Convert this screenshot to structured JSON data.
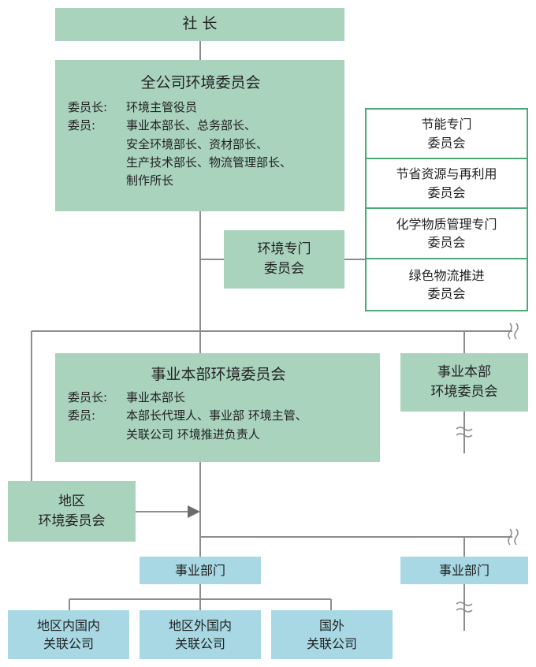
{
  "president": "社 长",
  "company_committee": {
    "title": "全公司环境委员会",
    "chair_label": "委员长:",
    "chair": "环境主管役员",
    "members_label": "委员:",
    "members": [
      "事业本部长、总务部长、",
      "安全环境部长、资材部长、",
      "生产技术部长、物流管理部长、",
      "制作所长"
    ]
  },
  "env_special": [
    "环境专门",
    "委员会"
  ],
  "special_committees": [
    [
      "节能专门",
      "委员会"
    ],
    [
      "节省资源与再利用",
      "委员会"
    ],
    [
      "化学物质管理专门",
      "委员会"
    ],
    [
      "绿色物流推进",
      "委员会"
    ]
  ],
  "division_committee": {
    "title": "事业本部环境委员会",
    "chair_label": "委员长:",
    "chair": "事业本部长",
    "members_label": "委员:",
    "members": [
      "本部长代理人、事业部 环境主管、",
      "关联公司 环境推进负责人"
    ]
  },
  "division_small": [
    "事业本部",
    "环境委员会"
  ],
  "regional": [
    "地区",
    "环境委员会"
  ],
  "business_dept": "事业部门",
  "business_dept_right": "事业部门",
  "affiliates": [
    [
      "地区内国内",
      "关联公司"
    ],
    [
      "地区外国内",
      "关联公司"
    ],
    [
      "国外",
      "关联公司"
    ]
  ],
  "colors": {
    "green": "#a9d3bd",
    "blue": "#a7d8e3",
    "outline": "#4aab78",
    "line": "#8c8c8c"
  }
}
